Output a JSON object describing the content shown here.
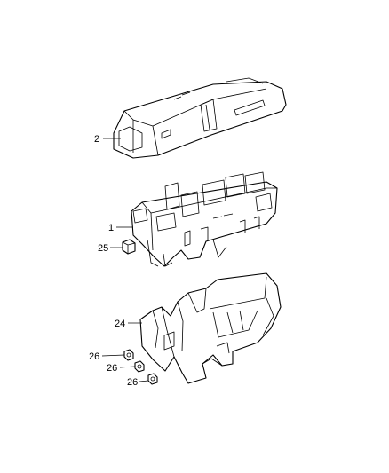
{
  "callouts": {
    "cover": "2",
    "fuse_block": "1",
    "clip": "25",
    "bracket": "24",
    "nut_a": "26",
    "nut_b": "26",
    "nut_c": "26"
  }
}
